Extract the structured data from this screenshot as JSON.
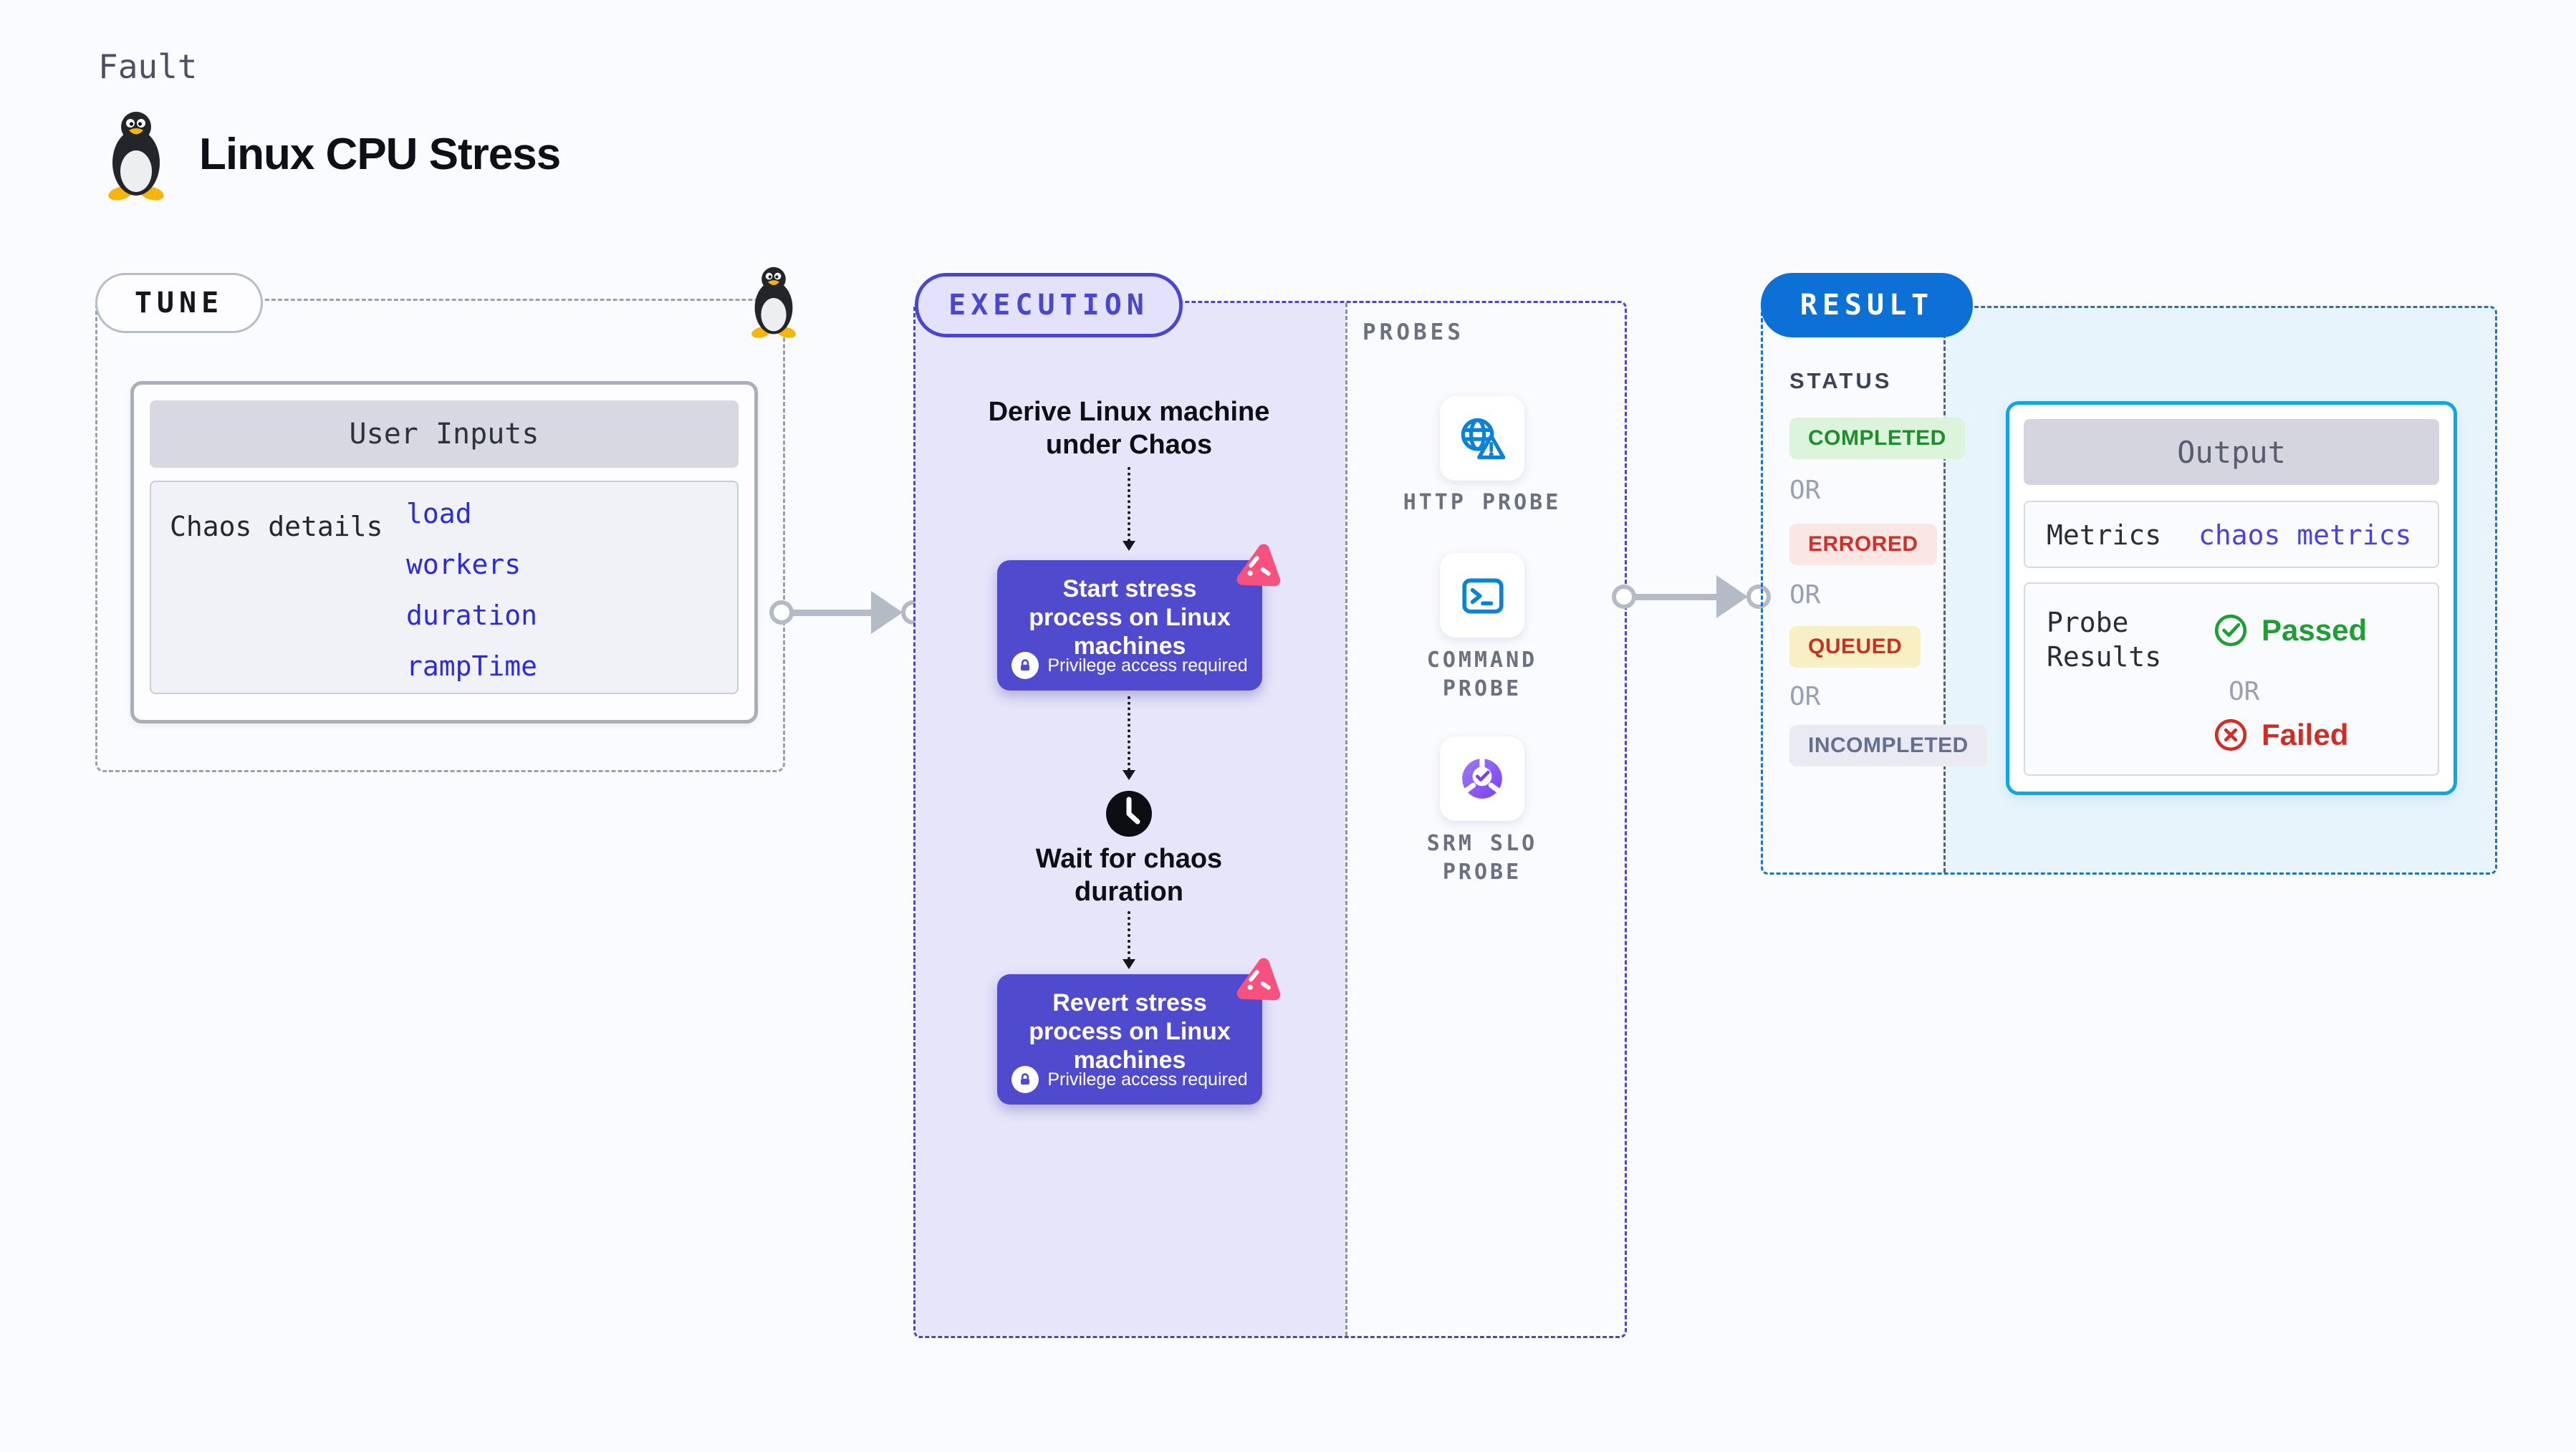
{
  "header": {
    "kicker": "Fault",
    "title": "Linux CPU Stress"
  },
  "tune": {
    "label": "TUNE",
    "card_header": "User Inputs",
    "row_label": "Chaos details",
    "inputs": [
      "load",
      "workers",
      "duration",
      "rampTime"
    ]
  },
  "execution": {
    "label": "EXECUTION",
    "derive": {
      "l1": "Derive Linux machine",
      "l2": "under Chaos"
    },
    "start": {
      "l1": "Start stress",
      "l2": "process on Linux",
      "l3": "machines",
      "note": "Privilege access required"
    },
    "wait": {
      "l1": "Wait for chaos",
      "l2": "duration"
    },
    "revert": {
      "l1": "Revert stress",
      "l2": "process on Linux",
      "l3": "machines",
      "note": "Privilege access required"
    }
  },
  "probes": {
    "label": "PROBES",
    "items": [
      {
        "id": "http-probe",
        "l1": "HTTP PROBE",
        "l2": ""
      },
      {
        "id": "command-probe",
        "l1": "COMMAND",
        "l2": "PROBE"
      },
      {
        "id": "srm-slo-probe",
        "l1": "SRM SLO",
        "l2": "PROBE"
      }
    ]
  },
  "result": {
    "label": "RESULT",
    "status_label": "STATUS",
    "or": "OR",
    "statuses": [
      {
        "label": "COMPLETED",
        "fg": "#1e8f2d",
        "bg": "#dcf3dc"
      },
      {
        "label": "ERRORED",
        "fg": "#d13029",
        "bg": "#fae7e4"
      },
      {
        "label": "QUEUED",
        "fg": "#c4332a",
        "bg": "#f9efc5"
      },
      {
        "label": "INCOMPLETED",
        "fg": "#656f8e",
        "bg": "#e9eaf2"
      }
    ],
    "output": {
      "header": "Output",
      "metrics_label": "Metrics",
      "metrics_value": "chaos metrics",
      "probe_results_l1": "Probe",
      "probe_results_l2": "Results",
      "passed": "Passed",
      "or": "OR",
      "failed": "Failed"
    }
  },
  "colors": {
    "page_bg": "#fafbff",
    "node_indigo": "#4f4ace",
    "execution_lavender": "#e6e5fa",
    "chaos_pink": "#f7517f",
    "probe_blue": "#0b82d8",
    "slo_purple": "#7b3ff0",
    "result_blue": "#0c70d6",
    "output_border": "#10a6df",
    "result_cyan_bg": "#e8f4fb",
    "passed_green": "#1f9e33",
    "failed_red": "#d02d25",
    "arrow_gray": "#b5bac7",
    "link_blue": "#2a2ae2"
  }
}
